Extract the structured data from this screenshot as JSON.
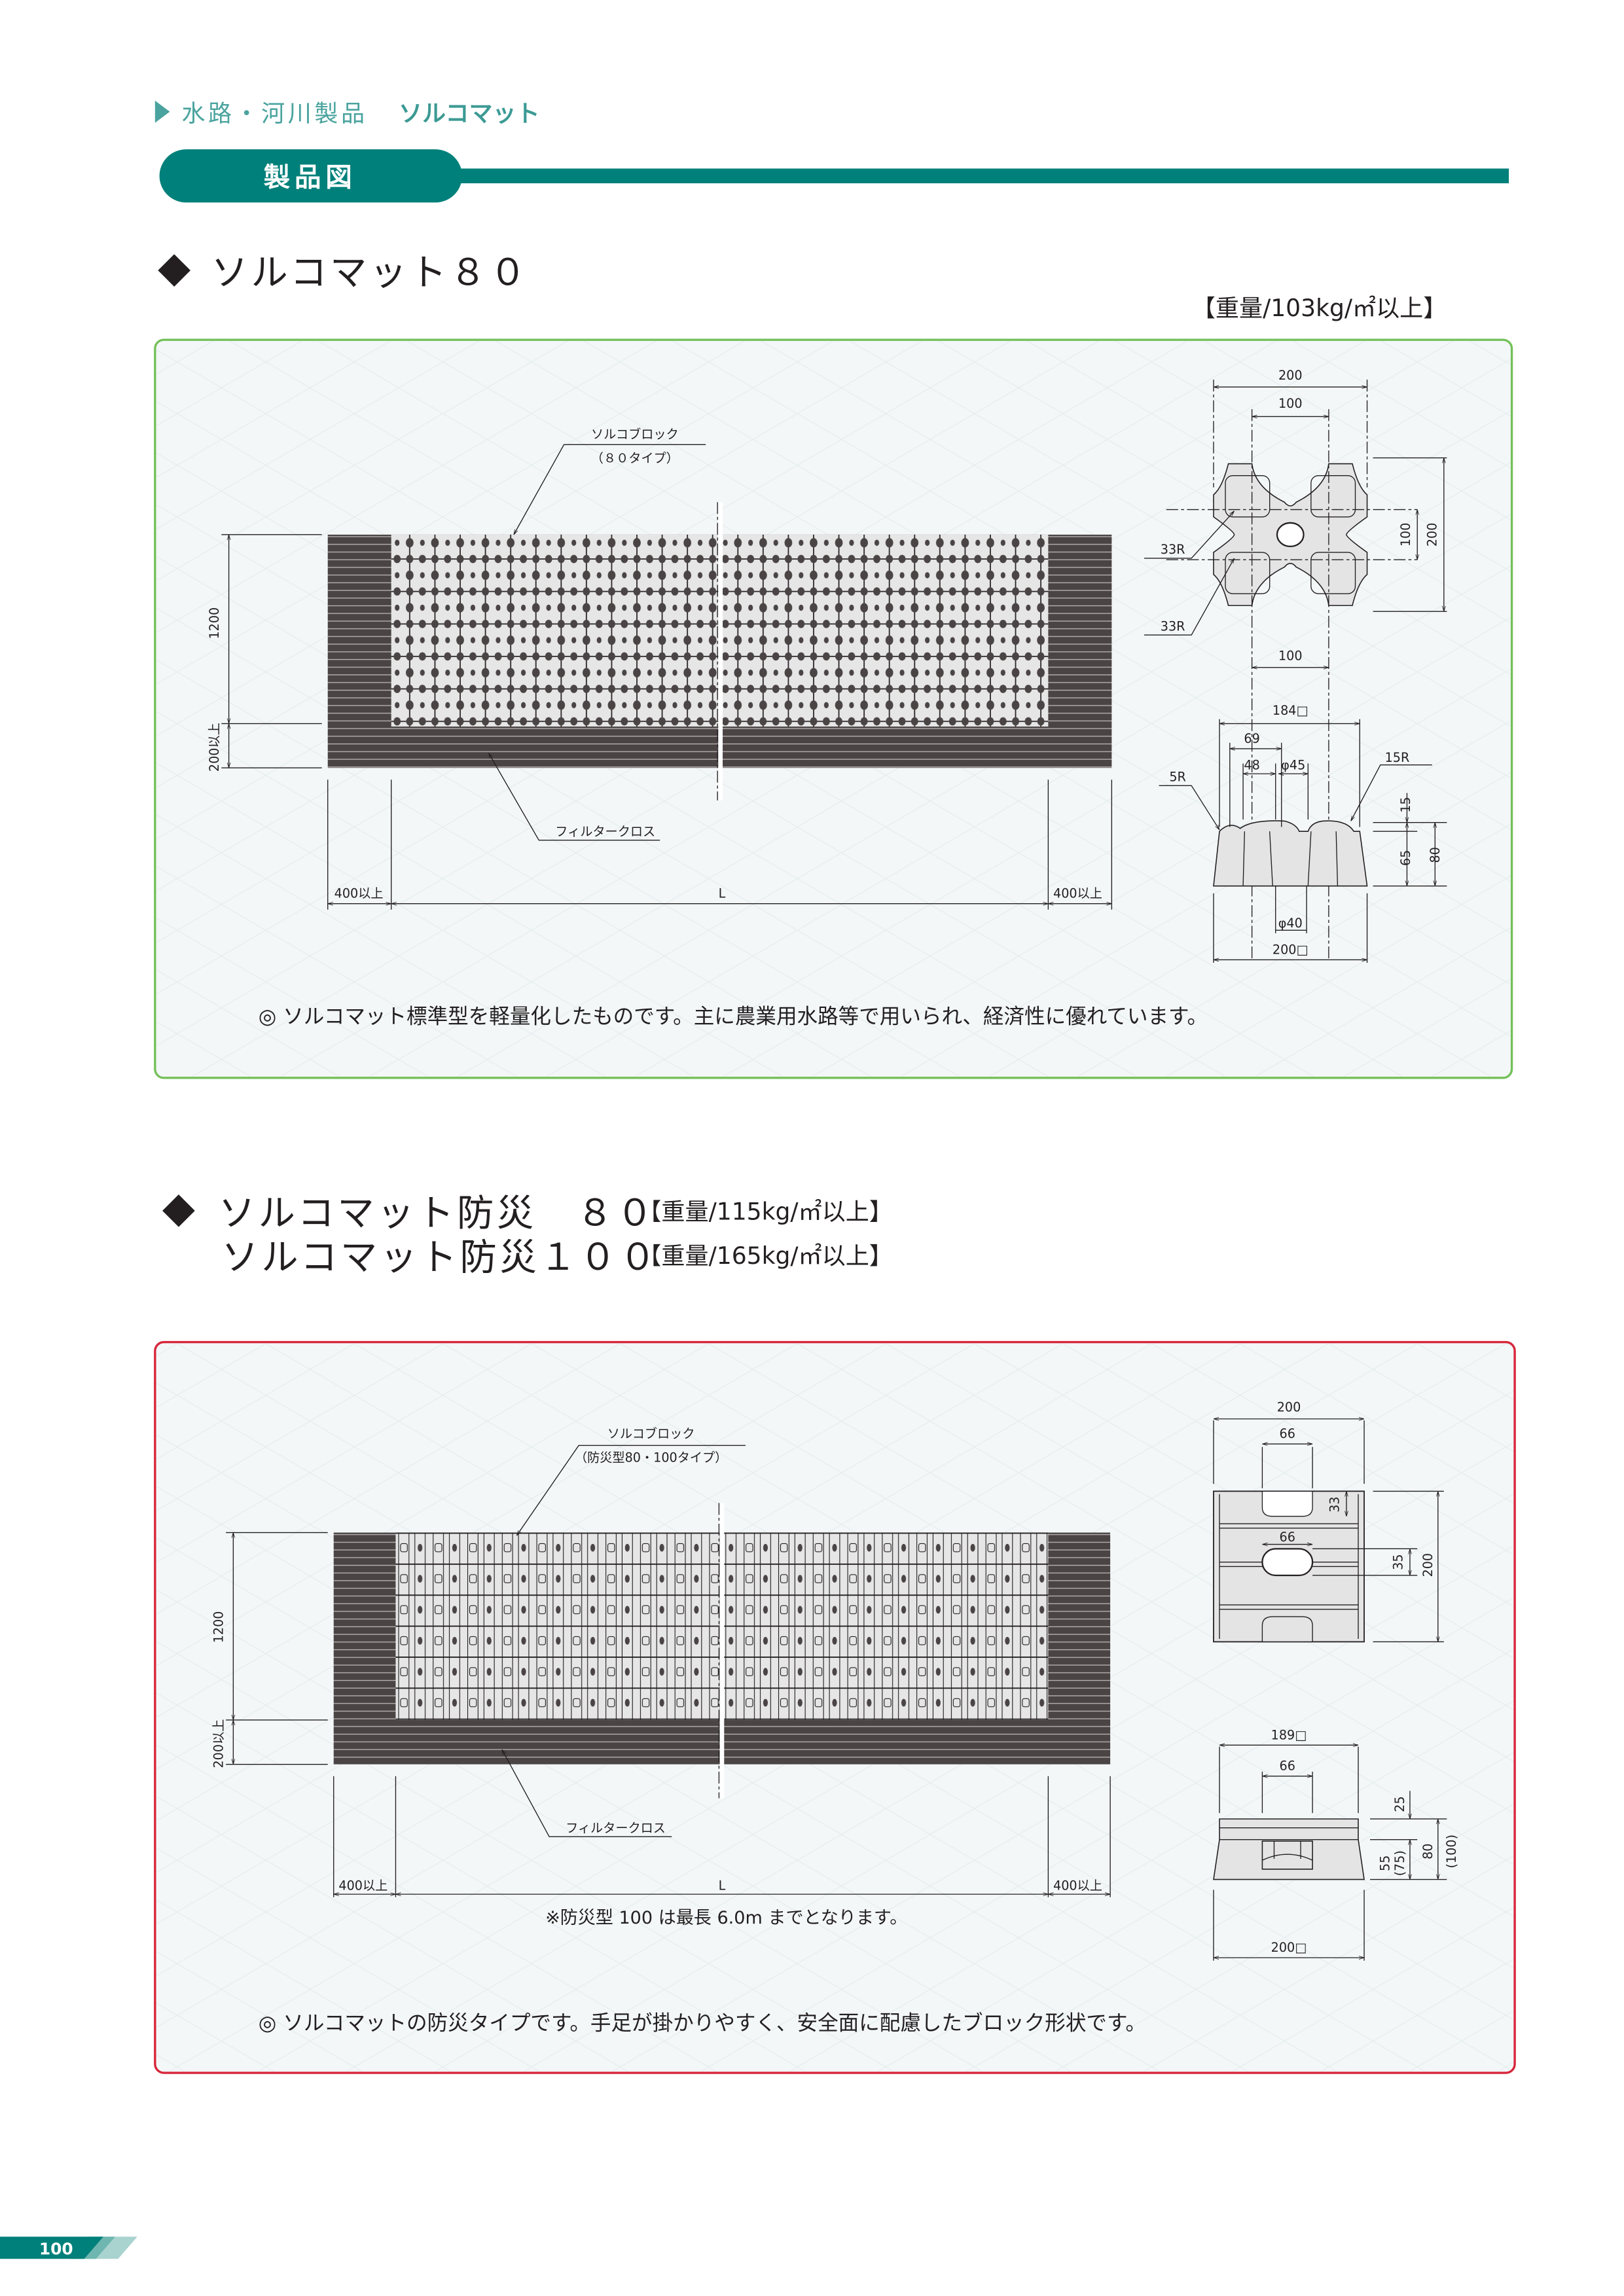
{
  "breadcrumb": {
    "category": "水路・河川製品",
    "product": "ソルコマット"
  },
  "section_title": "製品図",
  "colors": {
    "teal": "#00807a",
    "green_border": "#74c05a",
    "red_border": "#d7263a",
    "mat_dark": "#4a4445",
    "panel_bg": "#f3f7f8"
  },
  "product1": {
    "title": "ソルコマット８０",
    "weight": "【重量/103kg/㎡以上】",
    "block_label": "ソルコブロック",
    "block_type": "（８０タイプ）",
    "filter_label": "フィルタークロス",
    "dims": {
      "height": "1200",
      "edge": "200以上",
      "left": "400以上",
      "length": "L",
      "right": "400以上"
    },
    "block_top": {
      "w200": "200",
      "w100": "100",
      "h100": "100",
      "h200": "200",
      "r1": "33R",
      "r2": "33R"
    },
    "block_side": {
      "c100": "100",
      "w184": "184□",
      "w69": "69",
      "w48": "48",
      "d45": "φ45",
      "r5": "5R",
      "r15": "15R",
      "h15": "15",
      "h65": "65",
      "h80": "80",
      "d40": "φ40",
      "w200": "200□"
    },
    "note": "◎ ソルコマット標準型を軽量化したものです。主に農業用水路等で用いられ、経済性に優れています。"
  },
  "product2": {
    "title_line1": "ソルコマット防災　８０",
    "weight_line1": "【重量/115kg/㎡以上】",
    "title_line2": "ソルコマット防災１００",
    "weight_line2": "【重量/165kg/㎡以上】",
    "block_label": "ソルコブロック",
    "block_type": "（防災型80・100タイプ）",
    "filter_label": "フィルタークロス",
    "dims": {
      "height": "1200",
      "edge": "200以上",
      "left": "400以上",
      "length": "L",
      "right": "400以上"
    },
    "length_note": "※防災型 100 は最長 6.0m までとなります。",
    "block_top": {
      "w200": "200",
      "w66": "66",
      "h33": "33",
      "c66": "66",
      "h35": "35",
      "h200": "200"
    },
    "block_side": {
      "w189": "189□",
      "w66": "66",
      "h25": "25",
      "h55": "55",
      "h75": "(75)",
      "h80": "80",
      "h100": "(100)",
      "w200": "200□"
    },
    "note": "◎ ソルコマットの防災タイプです。手足が掛かりやすく、安全面に配慮したブロック形状です。"
  },
  "page_number": "100"
}
